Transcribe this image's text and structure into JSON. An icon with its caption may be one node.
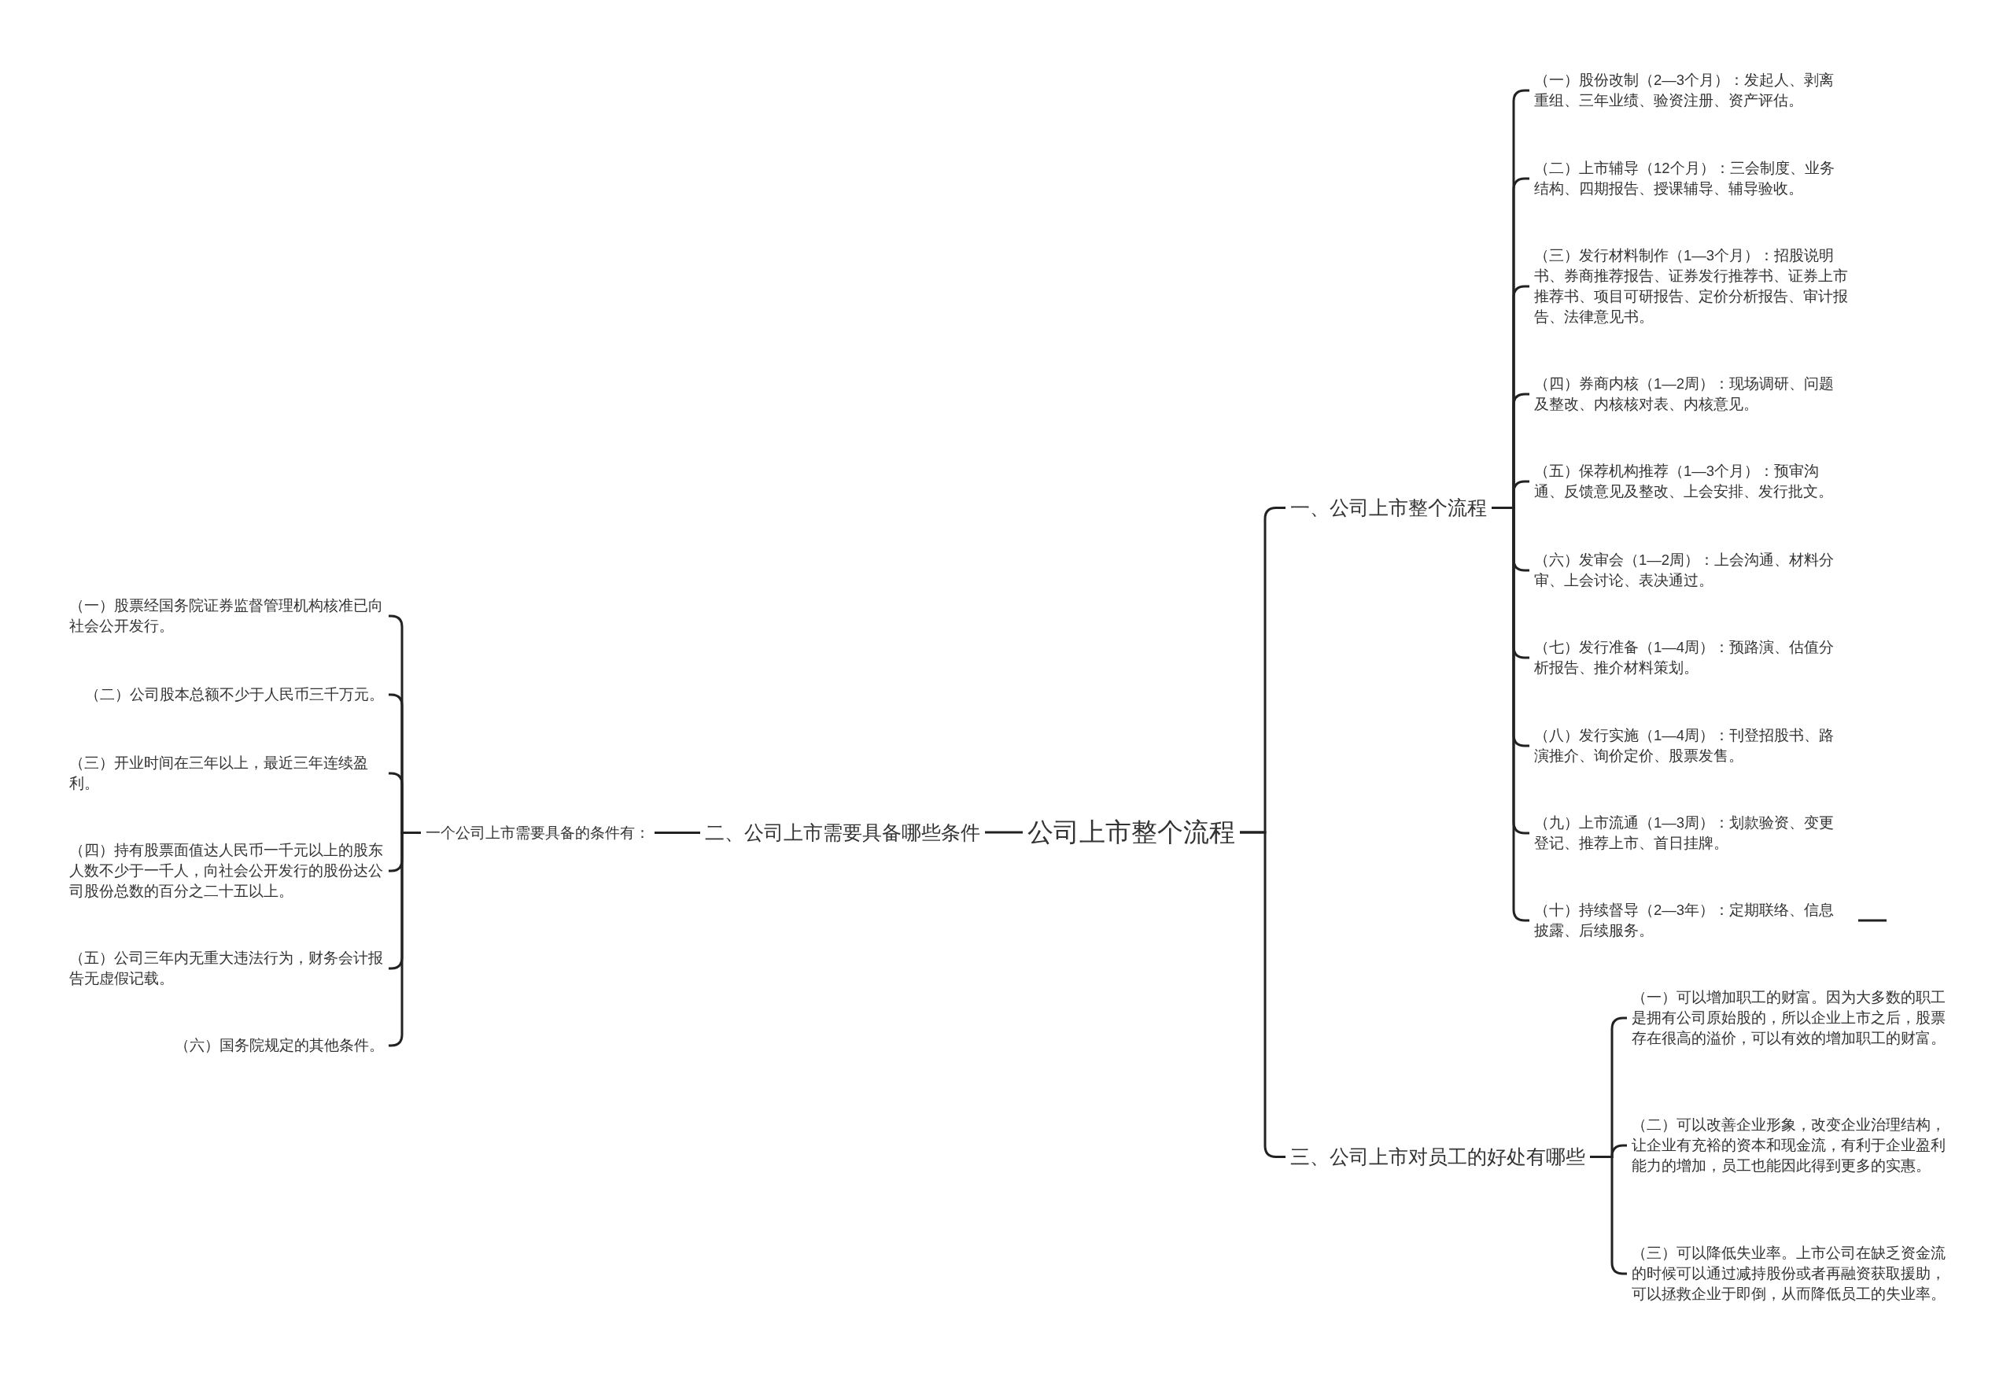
{
  "diagram": {
    "nodes": [
      {
        "text": [
          "公司上市整个流程"
        ]
      },
      {
        "text": [
          "一、公司上市整个流程"
        ]
      },
      {
        "text": [
          "（一）股份改制（2—3个月）：发起人、剥离重组、三年业绩、验资注册、资产评估。"
        ]
      },
      {
        "text": [
          "（二）上市辅导（12个月）：三会制度、业务结构、四期报告、授课辅导、辅导验收。"
        ]
      },
      {
        "text": [
          "（三）发行材料制作（1—3个月）：招股说明书、券商推荐报告、证券发行推荐书、证券上市推荐书、项目可研报告、定价分析报告、审计报告、法律意见书。"
        ]
      },
      {
        "text": [
          "（四）券商内核（1—2周）：现场调研、问题及整改、内核核对表、内核意见。"
        ]
      },
      {
        "text": [
          "（五）保荐机构推荐（1—3个月）：预审沟通、反馈意见及整改、上会安排、发行批文。"
        ]
      },
      {
        "text": [
          "（六）发审会（1—2周）：上会沟通、材料分审、上会讨论、表决通过。"
        ]
      },
      {
        "text": [
          "（七）发行准备（1—4周）：预路演、估值分析报告、推介材料策划。"
        ]
      },
      {
        "text": [
          "（八）发行实施（1—4周）：刊登招股书、路演推介、询价定价、股票发售。"
        ]
      },
      {
        "text": [
          "（九）上市流通（1—3周）：划款验资、变更登记、推荐上市、首日挂牌。"
        ]
      },
      {
        "text": [
          "（十）持续督导（2—3年）：定期联络、信息披露、后续服务。"
        ]
      },
      {
        "text": [
          "三、公司上市对员工的好处有哪些"
        ]
      },
      {
        "text": [
          "（一）可以增加职工的财富。因为大多数的职工是拥有公司原始股的，所以企业上市之后，股票存在很高的溢价，可以有效的增加职工的财富。"
        ]
      },
      {
        "text": [
          "（二）可以改善企业形象，改变企业治理结构，让企业有充裕的资本和现金流，有利于企业盈利能力的增加，员工也能因此得到更多的实惠。"
        ]
      },
      {
        "text": [
          "（三）可以降低失业率。上市公司在缺乏资金流的时候可以通过减持股份或者再融资获取援助，可以拯救企业于即倒，从而降低员工的失业率。"
        ]
      },
      {
        "text": [
          "二、公司上市需要具备哪些条件"
        ]
      },
      {
        "text": [
          "一个公司上市需要具备的条件有："
        ]
      },
      {
        "text": [
          "（一）股票经国务院证券监督管理机构核准已向社会公开发行。"
        ]
      },
      {
        "text": [
          "（二）公司股本总额不少于人民币三千万元。"
        ]
      },
      {
        "text": [
          "（三）开业时间在三年以上，最近三年连续盈利。"
        ]
      },
      {
        "text": [
          "（四）持有股票面值达人民币一千元以上的股东人数不少于一千人，向社会公开发行的股份达公司股份总数的百分之二十五以上。"
        ]
      },
      {
        "text": [
          "（五）公司三年内无重大违法行为，财务会计报告无虚假记载。"
        ]
      },
      {
        "text": [
          "（六）国务院规定的其他条件。"
        ]
      }
    ],
    "edges": [
      {
        "from": 0,
        "to": 1,
        "arrow": "none"
      },
      {
        "from": 0,
        "to": 12,
        "arrow": "none"
      },
      {
        "from": 0,
        "to": 16,
        "arrow": "none"
      },
      {
        "from": 1,
        "to": 2,
        "arrow": "none"
      },
      {
        "from": 1,
        "to": 3,
        "arrow": "none"
      },
      {
        "from": 1,
        "to": 4,
        "arrow": "none"
      },
      {
        "from": 1,
        "to": 5,
        "arrow": "none"
      },
      {
        "from": 1,
        "to": 6,
        "arrow": "none"
      },
      {
        "from": 1,
        "to": 7,
        "arrow": "none"
      },
      {
        "from": 1,
        "to": 8,
        "arrow": "none"
      },
      {
        "from": 1,
        "to": 9,
        "arrow": "none"
      },
      {
        "from": 1,
        "to": 10,
        "arrow": "none"
      },
      {
        "from": 1,
        "to": 11,
        "arrow": "none"
      },
      {
        "from": 11,
        "to": null,
        "arrow": "none"
      },
      {
        "from": 12,
        "to": 13,
        "arrow": "none"
      },
      {
        "from": 12,
        "to": 14,
        "arrow": "none"
      },
      {
        "from": 12,
        "to": 15,
        "arrow": "none"
      },
      {
        "from": 16,
        "to": 17,
        "arrow": "none"
      },
      {
        "from": 17,
        "to": 18,
        "arrow": "none"
      },
      {
        "from": 17,
        "to": 19,
        "arrow": "none"
      },
      {
        "from": 17,
        "to": 20,
        "arrow": "none"
      },
      {
        "from": 17,
        "to": 21,
        "arrow": "none"
      },
      {
        "from": 17,
        "to": 22,
        "arrow": "none"
      },
      {
        "from": 17,
        "to": 23,
        "arrow": "none"
      }
    ]
  }
}
